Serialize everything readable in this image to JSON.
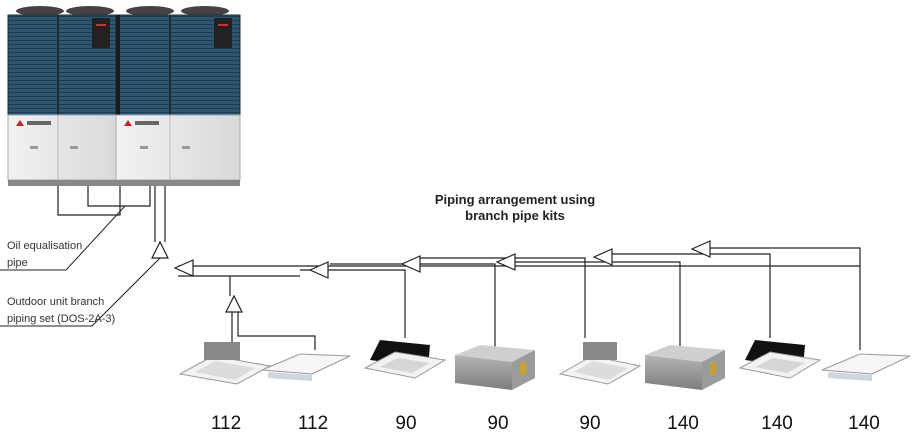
{
  "diagram": {
    "title_line1": "Piping arrangement using",
    "title_line2": "branch pipe kits",
    "label_oil_line1": "Oil equalisation",
    "label_oil_line2": "pipe",
    "label_branch_line1": "Outdoor unit branch",
    "label_branch_line2": "piping set (DOS-2A-3)",
    "capacities": [
      "112",
      "112",
      "90",
      "90",
      "90",
      "140",
      "140",
      "140"
    ],
    "indoor_unit_types": [
      "4-way cassette",
      "ceiling suspended",
      "4-way cassette (black)",
      "ducted",
      "4-way cassette",
      "ducted",
      "4-way cassette (black)",
      "ceiling suspended"
    ],
    "colors": {
      "line": "#222222",
      "outdoor_fin": "#2b4a63",
      "outdoor_body": "#e6e6e6"
    }
  }
}
